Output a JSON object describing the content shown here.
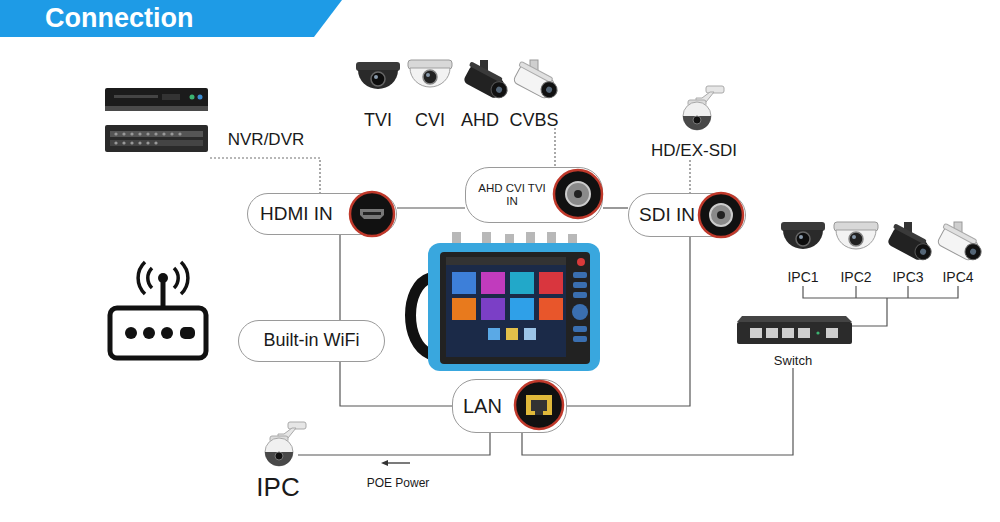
{
  "diagram": {
    "title": "Connection",
    "nodes": [
      {
        "text": [
          "HDMI IN"
        ]
      },
      {
        "text": [
          "AHD CVI TVI IN"
        ]
      },
      {
        "text": [
          "SDI IN"
        ]
      },
      {
        "text": [
          "Built-in WiFi"
        ]
      },
      {
        "text": [
          "LAN"
        ]
      }
    ],
    "edges": [
      {
        "from": 0,
        "to": 1,
        "arrow": "none"
      },
      {
        "from": 1,
        "to": 2,
        "arrow": "none"
      },
      {
        "from": 0,
        "to": 3,
        "arrow": "none"
      },
      {
        "from": 3,
        "to": 4,
        "arrow": "none"
      },
      {
        "from": 2,
        "to": 4,
        "arrow": "none"
      }
    ],
    "labels": [
      "NVR/DVR",
      "TVI",
      "CVI",
      "AHD",
      "CVBS",
      "HD/EX-SDI",
      "IPC1",
      "IPC2",
      "IPC3",
      "IPC4",
      "Switch",
      "IPC",
      "POE Power"
    ]
  }
}
